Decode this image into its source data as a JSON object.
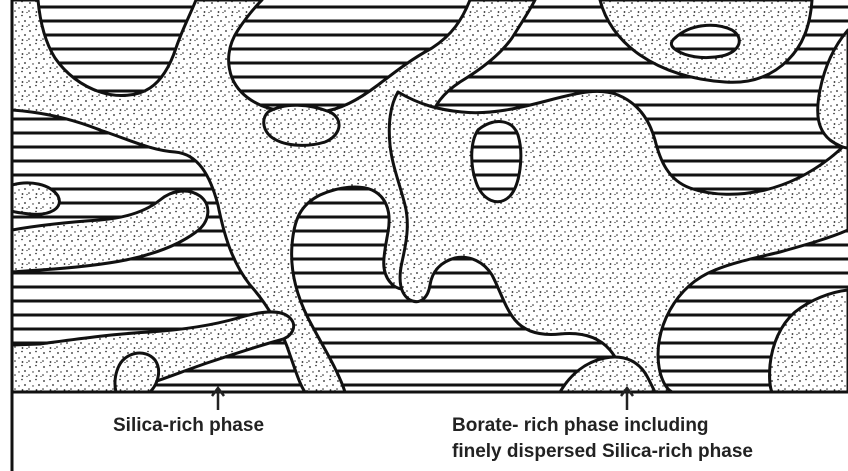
{
  "labels": {
    "silica_rich": "Silica-rich phase",
    "borate_rich_line1": "Borate- rich phase including",
    "borate_rich_line2": "finely dispersed Silica-rich phase"
  },
  "colors": {
    "ink": "#111111",
    "background": "#ffffff",
    "text": "#222222"
  },
  "legend": {
    "hatched_phase": "Silica-rich phase",
    "stippled_phase": "Borate- rich phase including finely dispersed Silica-rich phase"
  }
}
